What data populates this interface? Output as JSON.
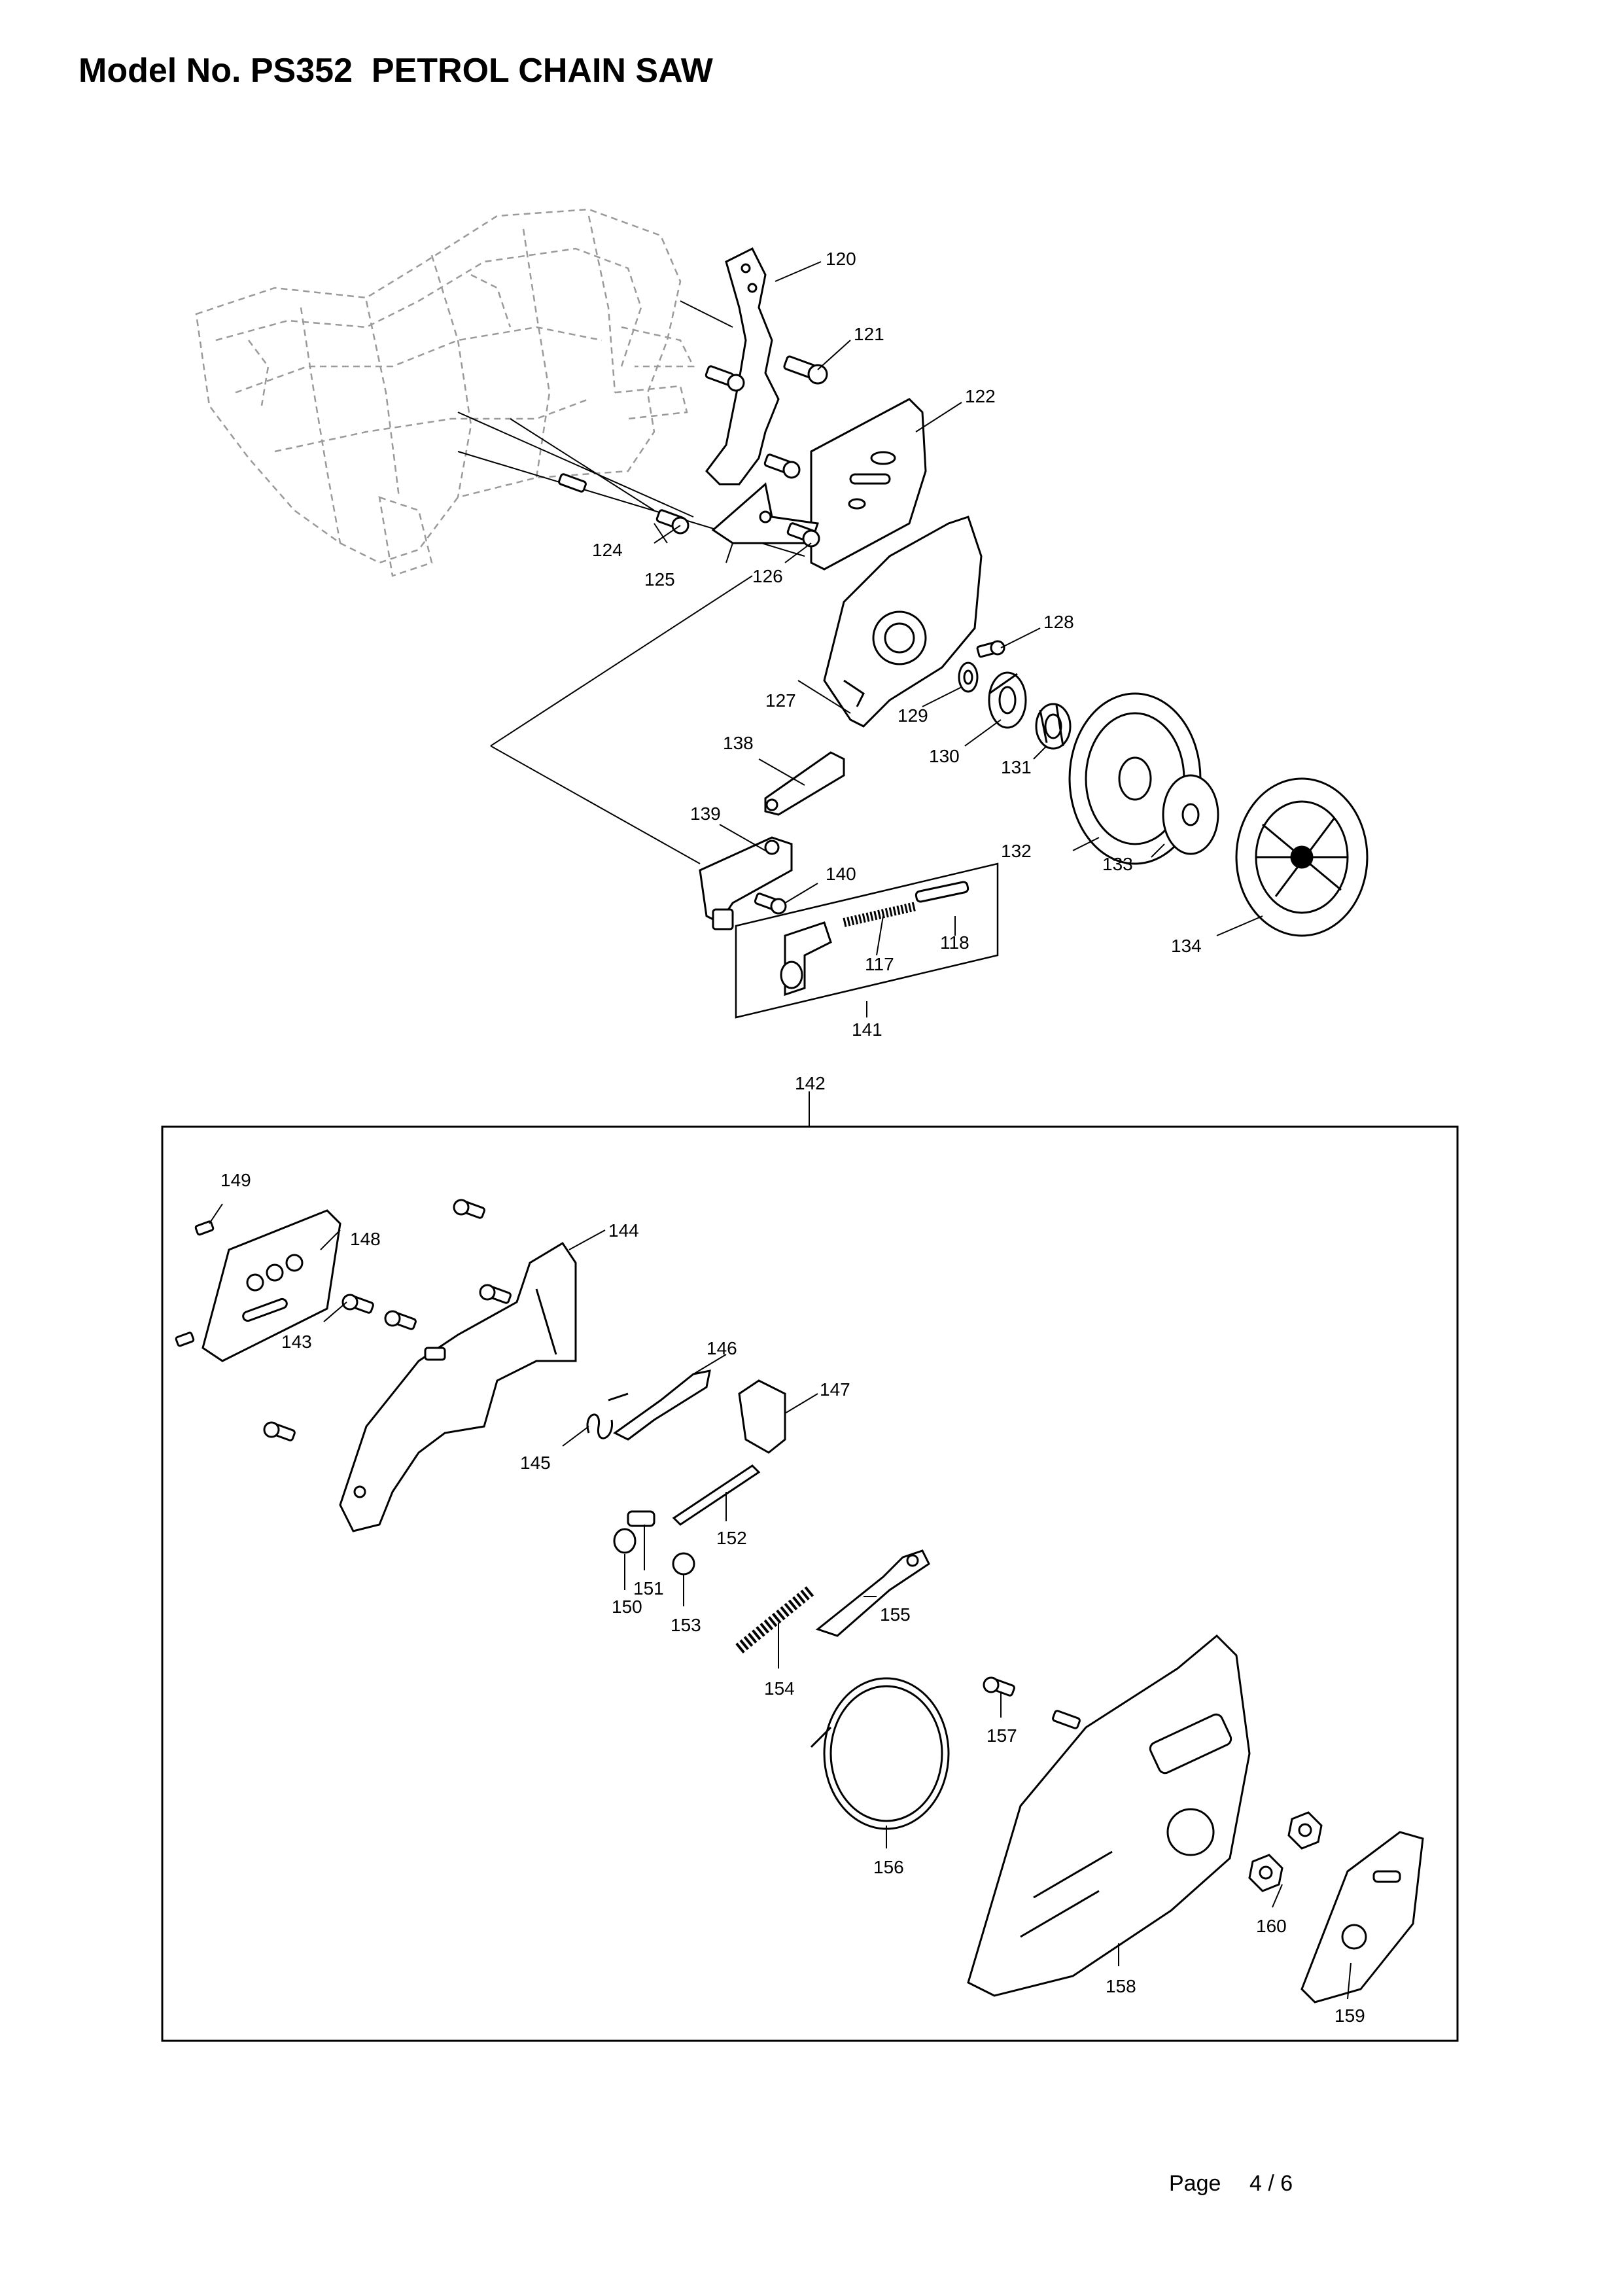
{
  "header": {
    "title": "Model No. PS352  PETROL CHAIN SAW"
  },
  "footer": {
    "page_label": "Page",
    "page_number": "4 / 6"
  },
  "callouts": {
    "p117": "117",
    "p118": "118",
    "p120": "120",
    "p121": "121",
    "p122": "122",
    "p124": "124",
    "p125": "125",
    "p126": "126",
    "p127": "127",
    "p128": "128",
    "p129": "129",
    "p130": "130",
    "p131": "131",
    "p132": "132",
    "p133": "133",
    "p134": "134",
    "p138": "138",
    "p139": "139",
    "p140": "140",
    "p141": "141",
    "p142": "142",
    "p143": "143",
    "p144": "144",
    "p145": "145",
    "p146": "146",
    "p147": "147",
    "p148": "148",
    "p149": "149",
    "p150": "150",
    "p151": "151",
    "p152": "152",
    "p153": "153",
    "p154": "154",
    "p155": "155",
    "p156": "156",
    "p157": "157",
    "p158": "158",
    "p159": "159",
    "p160": "160"
  }
}
